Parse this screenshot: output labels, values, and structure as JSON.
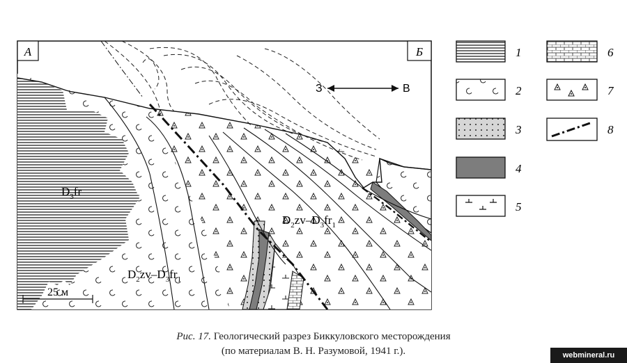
{
  "figure": {
    "corner_left": "А",
    "corner_right": "Б",
    "unit_fr": {
      "base": "D",
      "sub": "3",
      "rest": "fr"
    },
    "unit_zv_fr_a": {
      "base": "D",
      "sub1": "2",
      "mid": "zv–D",
      "sub2": "3",
      "rest": "fr",
      "sub3": "1"
    },
    "unit_zv_fr_b": {
      "base": "D",
      "sub1": "2",
      "mid": "zv–D",
      "sub2": "3",
      "rest": "fr",
      "sub3": "1"
    },
    "direction_west": "З",
    "direction_east": "В",
    "scale_label": "25 м"
  },
  "legend": {
    "items": [
      {
        "number": "1",
        "pattern": "horizontal-lines"
      },
      {
        "number": "2",
        "pattern": "circles"
      },
      {
        "number": "3",
        "pattern": "dotted-gray"
      },
      {
        "number": "4",
        "pattern": "solid-gray"
      },
      {
        "number": "5",
        "pattern": "t-marks"
      },
      {
        "number": "6",
        "pattern": "brick"
      },
      {
        "number": "7",
        "pattern": "triangles"
      },
      {
        "number": "8",
        "pattern": "dash-dot-line"
      }
    ]
  },
  "caption": {
    "fig_label": "Рис. 17.",
    "line1": "Геологический разрез Биккуловского месторождения",
    "line2": "(по материалам В. Н. Разумовой, 1941 г.)."
  },
  "watermark": {
    "text": "webmineral.ru"
  },
  "colors": {
    "ink": "#111111",
    "gray_dark": "#7d7d7d",
    "gray_light": "#d6d6d6",
    "paper": "#ffffff"
  }
}
